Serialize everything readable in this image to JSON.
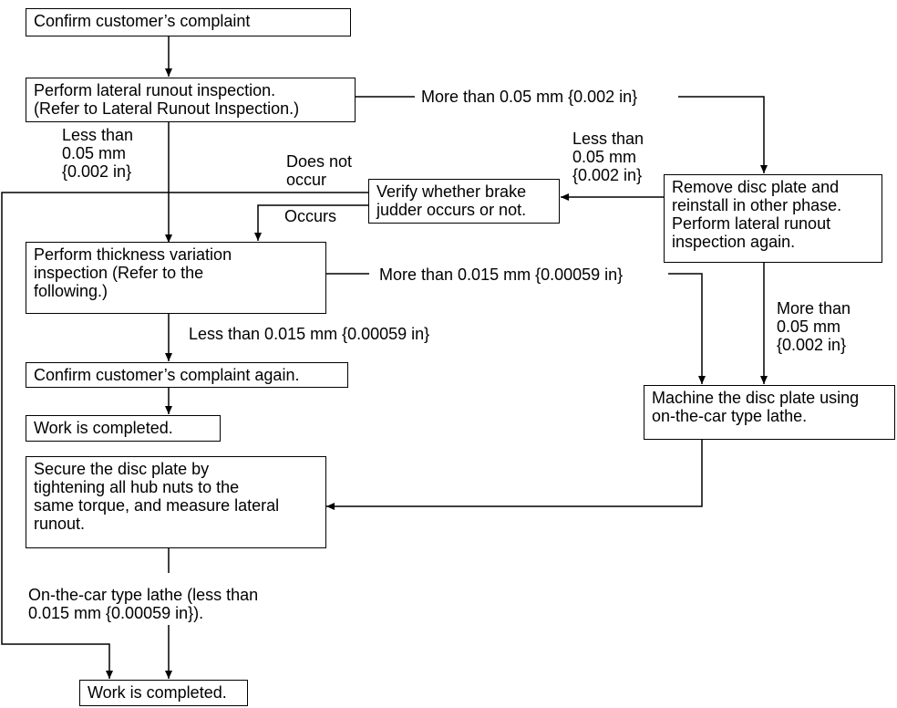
{
  "boxes": {
    "confirm_complaint": "Confirm customer’s complaint",
    "lateral_runout": "Perform lateral runout inspection.\n(Refer to Lateral Runout Inspection.)",
    "verify_judder": "Verify whether brake\njudder occurs or not.",
    "remove_reinstall": "Remove disc plate and\nreinstall in other phase.\nPerform lateral runout\ninspection again.",
    "thickness_variation": "Perform thickness variation\ninspection (Refer to the\nfollowing.)",
    "confirm_again": "Confirm customer’s complaint again.",
    "work_completed_1": "Work is completed.",
    "machine_disc": "Machine the disc plate using\non-the-car type lathe.",
    "secure_disc": "Secure the disc plate by\ntightening all hub nuts to the\nsame torque, and measure lateral\nrunout.",
    "work_completed_2": "Work is completed."
  },
  "labels": {
    "more_005_top": "More than 0.05 mm {0.002 in}",
    "less_005_left": "Less than\n0.05 mm\n{0.002 in}",
    "less_005_right": "Less than\n0.05 mm\n{0.002 in}",
    "does_not_occur": "Does not\noccur",
    "occurs": "Occurs",
    "more_0015": "More than 0.015 mm {0.00059 in}",
    "more_005_right": "More than\n0.05 mm\n{0.002 in}",
    "less_0015": "Less than 0.015 mm {0.00059 in}",
    "lathe_less": "On-the-car type lathe (less than\n0.015 mm {0.00059 in})."
  }
}
